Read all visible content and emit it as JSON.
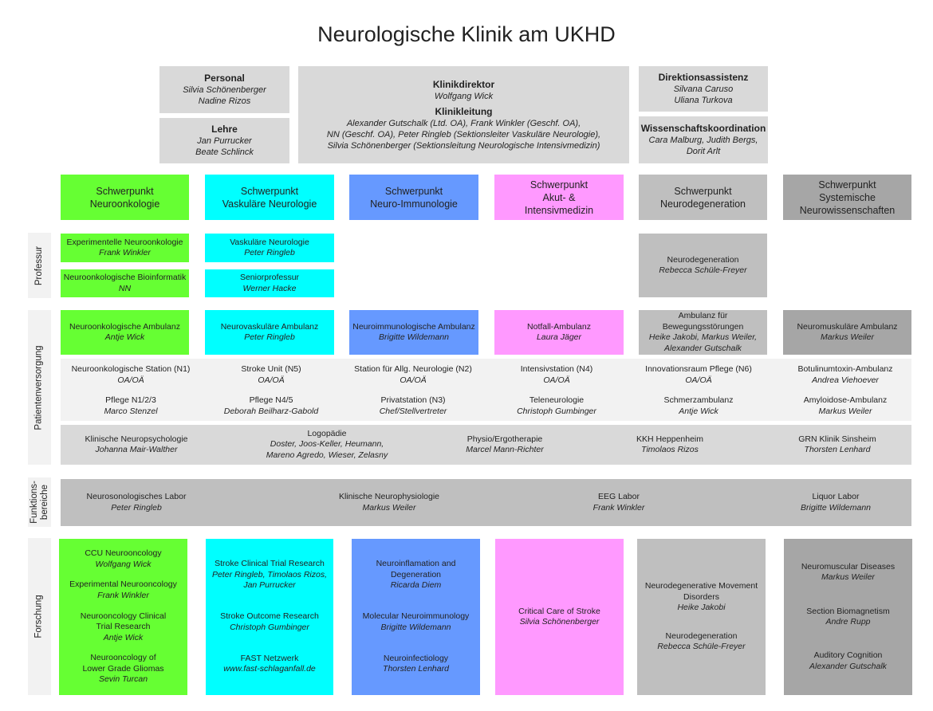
{
  "title": "Neurologische Klinik am UKHD",
  "top": {
    "personal": {
      "title": "Personal",
      "names": [
        "Silvia Schönenberger",
        "Nadine Rizos"
      ]
    },
    "lehre": {
      "title": "Lehre",
      "names": [
        "Jan Purrucker",
        "Beate Schlinck"
      ]
    },
    "direktor": {
      "title": "Klinikdirektor",
      "name": "Wolfgang Wick"
    },
    "leitung": {
      "title": "Klinikleitung",
      "lines": [
        "Alexander Gutschalk (Ltd. OA), Frank Winkler (Geschf. OA),",
        "NN (Geschf. OA), Peter Ringleb (Sektionsleiter Vaskuläre Neurologie),",
        "Silvia Schönenberger (Sektionsleitung Neurologische Intensivmedizin)"
      ]
    },
    "assistenz": {
      "title": "Direktionsassistenz",
      "names": [
        "Silvana Caruso",
        "Uliana Turkova"
      ]
    },
    "wiss": {
      "title": "Wissenschaftskoordination",
      "names": [
        "Cara Malburg, Judith Bergs,",
        "Dorit Arlt"
      ]
    }
  },
  "schwerpunkte": [
    {
      "lines": [
        "Schwerpunkt",
        "Neuroonkologie"
      ]
    },
    {
      "lines": [
        "Schwerpunkt",
        "Vaskuläre Neurologie"
      ]
    },
    {
      "lines": [
        "Schwerpunkt",
        "Neuro-Immunologie"
      ]
    },
    {
      "lines": [
        "Schwerpunkt",
        "Akut- &",
        "Intensivmedizin"
      ]
    },
    {
      "lines": [
        "Schwerpunkt",
        "Neurodegeneration"
      ]
    },
    {
      "lines": [
        "Schwerpunkt",
        "Systemische",
        "Neurowissenschaften"
      ]
    }
  ],
  "side_labels": {
    "professur": "Professur",
    "patient": "Patientenversorgung",
    "funktion": [
      "Funktions-",
      "bereiche"
    ],
    "forschung": "Forschung"
  },
  "professur": {
    "onko1": {
      "t": "Experimentelle Neuroonkologie",
      "n": "Frank Winkler"
    },
    "onko2": {
      "t": "Neuroonkologische Bioinformatik",
      "n": "NN"
    },
    "vask1": {
      "t": "Vaskuläre Neurologie",
      "n": "Peter Ringleb"
    },
    "vask2": {
      "t": "Seniorprofessur",
      "n": "Werner Hacke"
    },
    "degen": {
      "t": "Neurodegeneration",
      "n": "Rebecca Schüle-Freyer"
    }
  },
  "ambulanz": [
    {
      "t": [
        "Neuroonkologische Ambulanz"
      ],
      "n": [
        "Antje Wick"
      ]
    },
    {
      "t": [
        "Neurovaskuläre Ambulanz"
      ],
      "n": [
        "Peter Ringleb"
      ]
    },
    {
      "t": [
        "Neuroimmunologische Ambulanz"
      ],
      "n": [
        "Brigitte Wildemann"
      ]
    },
    {
      "t": [
        "Notfall-Ambulanz"
      ],
      "n": [
        "Laura Jäger"
      ]
    },
    {
      "t": [
        "Ambulanz für",
        "Bewegungsstörungen"
      ],
      "n": [
        "Heike Jakobi, Markus Weiler,",
        "Alexander Gutschalk"
      ]
    },
    {
      "t": [
        "Neuromuskuläre Ambulanz"
      ],
      "n": [
        "Markus Weiler"
      ]
    }
  ],
  "stationen": [
    [
      {
        "t": "Neuroonkologische Station (N1)",
        "n": "OA/OÄ"
      },
      {
        "t": "Pflege N1/2/3",
        "n": "Marco Stenzel"
      }
    ],
    [
      {
        "t": "Stroke Unit (N5)",
        "n": "OA/OÄ"
      },
      {
        "t": "Pflege N4/5",
        "n": "Deborah Beilharz-Gabold"
      }
    ],
    [
      {
        "t": "Station für Allg. Neurologie (N2)",
        "n": "OA/OÄ"
      },
      {
        "t": "Privatstation (N3)",
        "n": "Chef/Stellvertreter"
      }
    ],
    [
      {
        "t": "Intensivstation (N4)",
        "n": "OA/OÄ"
      },
      {
        "t": "Teleneurologie",
        "n": "Christoph Gumbinger"
      }
    ],
    [
      {
        "t": "Innovationsraum Pflege (N6)",
        "n": "OA/OÄ"
      },
      {
        "t": "Schmerzambulanz",
        "n": "Antje Wick"
      }
    ],
    [
      {
        "t": "Botulinumtoxin-Ambulanz",
        "n": "Andrea Viehoever"
      },
      {
        "t": "Amyloidose-Ambulanz",
        "n": "Markus Weiler"
      }
    ]
  ],
  "weitere": [
    {
      "t": [
        "Klinische Neuropsychologie"
      ],
      "n": [
        "Johanna Mair-Walther"
      ]
    },
    {
      "t": [
        "Logopädie"
      ],
      "n": [
        "Doster, Joos-Keller, Heumann,",
        "Mareno Agredo, Wieser, Zelasny"
      ]
    },
    {
      "t": [
        "Physio/Ergotherapie"
      ],
      "n": [
        "Marcel Mann-Richter"
      ]
    },
    {
      "t": [
        "KKH Heppenheim"
      ],
      "n": [
        "Timolaos Rizos"
      ]
    },
    {
      "t": [
        "GRN Klinik Sinsheim"
      ],
      "n": [
        "Thorsten Lenhard"
      ]
    }
  ],
  "funktion": [
    {
      "t": "Neurosonologisches Labor",
      "n": "Peter Ringleb"
    },
    {
      "t": "Klinische Neurophysiologie",
      "n": "Markus Weiler"
    },
    {
      "t": "EEG Labor",
      "n": "Frank Winkler"
    },
    {
      "t": "Liquor Labor",
      "n": "Brigitte Wildemann"
    }
  ],
  "forschung": [
    [
      {
        "t": [
          "CCU Neurooncology"
        ],
        "n": [
          "Wolfgang Wick"
        ]
      },
      {
        "t": [
          "Experimental Neurooncology"
        ],
        "n": [
          "Frank Winkler"
        ]
      },
      {
        "t": [
          "Neurooncology Clinical",
          "Trial Research"
        ],
        "n": [
          "Antje Wick"
        ]
      },
      {
        "t": [
          "Neurooncology of",
          "Lower Grade Gliomas"
        ],
        "n": [
          "Sevin Turcan"
        ]
      }
    ],
    [
      {
        "t": [
          "Stroke Clinical Trial Research"
        ],
        "n": [
          "Peter Ringleb, Timolaos Rizos,",
          "Jan Purrucker"
        ]
      },
      {
        "t": [
          "Stroke Outcome Research"
        ],
        "n": [
          "Christoph Gumbinger"
        ]
      },
      {
        "t": [
          "FAST Netzwerk"
        ],
        "n": [
          "www.fast-schlaganfall.de"
        ]
      }
    ],
    [
      {
        "t": [
          "Neuroinflamation and",
          "Degeneration"
        ],
        "n": [
          "Ricarda Diem"
        ]
      },
      {
        "t": [
          "Molecular Neuroimmunology"
        ],
        "n": [
          "Brigitte Wildemann"
        ]
      },
      {
        "t": [
          "Neuroinfectiology"
        ],
        "n": [
          "Thorsten Lenhard"
        ]
      }
    ],
    [
      {
        "t": [
          "Critical Care of Stroke"
        ],
        "n": [
          "Silvia Schönenberger"
        ]
      }
    ],
    [
      {
        "t": [
          "Neurodegenerative Movement",
          "Disorders"
        ],
        "n": [
          "Heike Jakobi"
        ]
      },
      {
        "t": [
          "Neurodegeneration"
        ],
        "n": [
          "Rebecca Schüle-Freyer"
        ]
      }
    ],
    [
      {
        "t": [
          "Neuromuscular Diseases"
        ],
        "n": [
          "Markus Weiler"
        ]
      },
      {
        "t": [
          "Section Biomagnetism"
        ],
        "n": [
          "Andre Rupp"
        ]
      },
      {
        "t": [
          "Auditory Cognition"
        ],
        "n": [
          "Alexander Gutschalk"
        ]
      }
    ]
  ],
  "colors": {
    "onko": "#66ff33",
    "vask": "#00ffff",
    "immuno": "#6699ff",
    "akut": "#ff99ff",
    "degen": "#bfbfbf",
    "system": "#a6a6a6"
  }
}
